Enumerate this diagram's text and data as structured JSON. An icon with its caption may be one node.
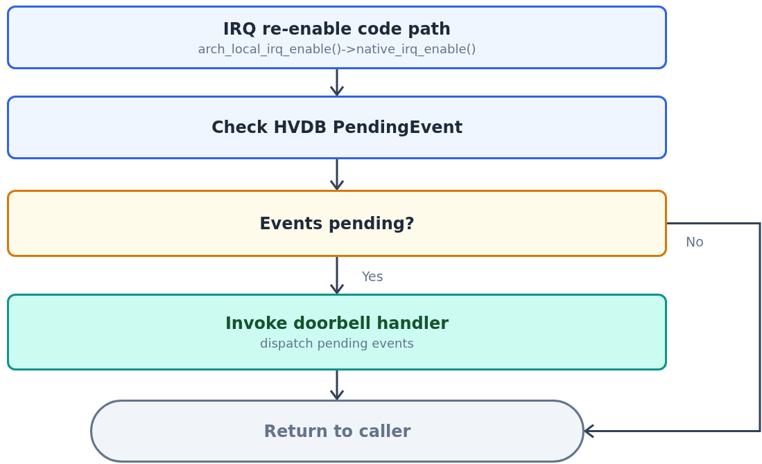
{
  "diagram": {
    "nodes": [
      {
        "text": [
          "IRQ re-enable code path",
          "arch_local_irq_enable()->native_irq_enable()"
        ]
      },
      {
        "text": [
          "Check HVDB PendingEvent"
        ]
      },
      {
        "text": [
          "Events pending?"
        ]
      },
      {
        "text": [
          "Invoke doorbell handler",
          "dispatch pending events"
        ]
      },
      {
        "text": [
          "Return to caller"
        ]
      }
    ],
    "edges": [
      {
        "from": 0,
        "to": 1,
        "arrow": "to"
      },
      {
        "from": 1,
        "to": 2,
        "arrow": "to"
      },
      {
        "from": 2,
        "to": 3,
        "arrow": "to",
        "label": "Yes"
      },
      {
        "from": 3,
        "to": 4,
        "arrow": "to"
      },
      {
        "from": 2,
        "to": 4,
        "arrow": "to",
        "label": "No"
      }
    ]
  }
}
